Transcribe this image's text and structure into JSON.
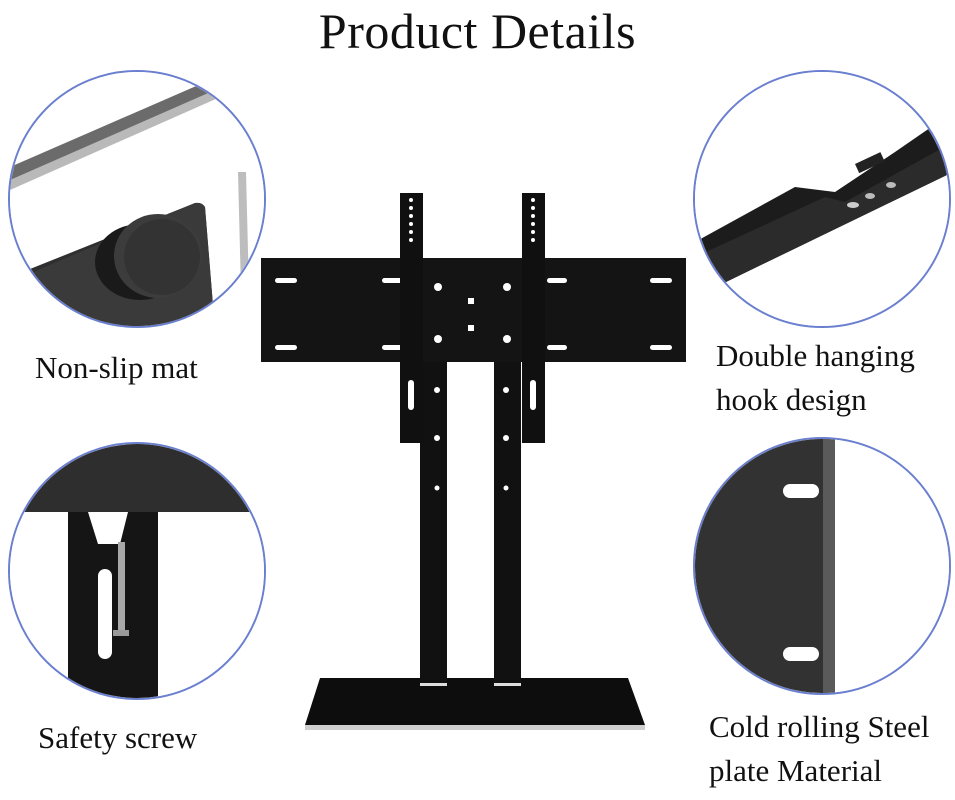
{
  "page": {
    "title": "Product Details"
  },
  "features": [
    {
      "id": "non-slip-mat",
      "label": "Non-slip mat"
    },
    {
      "id": "double-hanging-hook",
      "label_line1": "Double hanging",
      "label_line2": "hook design"
    },
    {
      "id": "safety-screw",
      "label": "Safety screw"
    },
    {
      "id": "cold-rolling-steel",
      "label_line1": "Cold rolling Steel",
      "label_line2": "plate Material"
    }
  ],
  "colors": {
    "circle_border": "#6a7fcf",
    "product_black": "#141414",
    "background": "#ffffff"
  }
}
